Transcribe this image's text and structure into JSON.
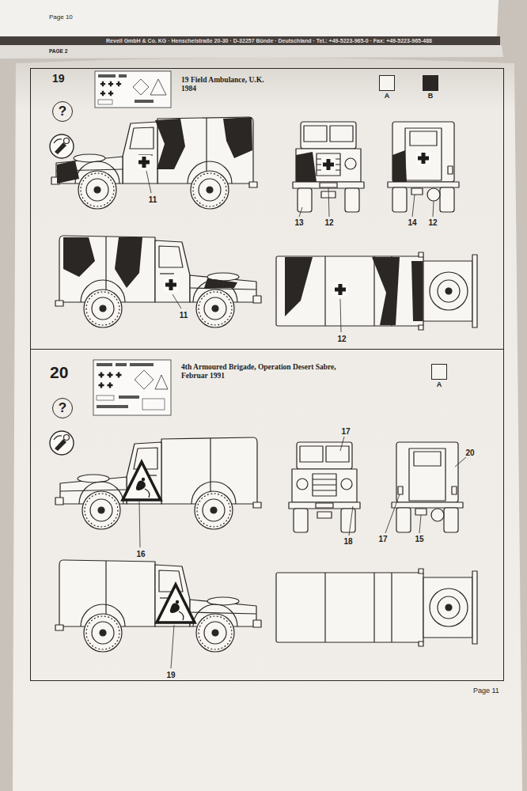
{
  "diagram": {
    "nodes": [
      {
        "text": [
          "19",
          "19 Field Ambulance, U.K. 1984"
        ]
      },
      {
        "text": [
          "?"
        ],
        "in": 0
      },
      {
        "text": [
          "20",
          "4th Armoured Brigade, Operation Desert Sabre, Februar 1991"
        ]
      },
      {
        "text": [
          "?"
        ],
        "in": 2
      }
    ],
    "labels": [
      "Page 10",
      "Revell GmbH & Co. KG · Henschelstraße 20-30 · D-32257 Bünde · Deutschland · Tel.: +49-5223-965-0 · Fax: +49-5223-965-488",
      "PAGE 2",
      "11",
      "13",
      "12",
      "14",
      "12",
      "11",
      "12",
      "17",
      "18",
      "16",
      "17",
      "15",
      "20",
      "19",
      "Page 11"
    ],
    "legend": [
      {
        "text": "A",
        "color": "#f7f5f0"
      },
      {
        "text": "B",
        "color": "#2b2623"
      },
      {
        "text": "A",
        "color": "#f7f5f0"
      }
    ]
  }
}
